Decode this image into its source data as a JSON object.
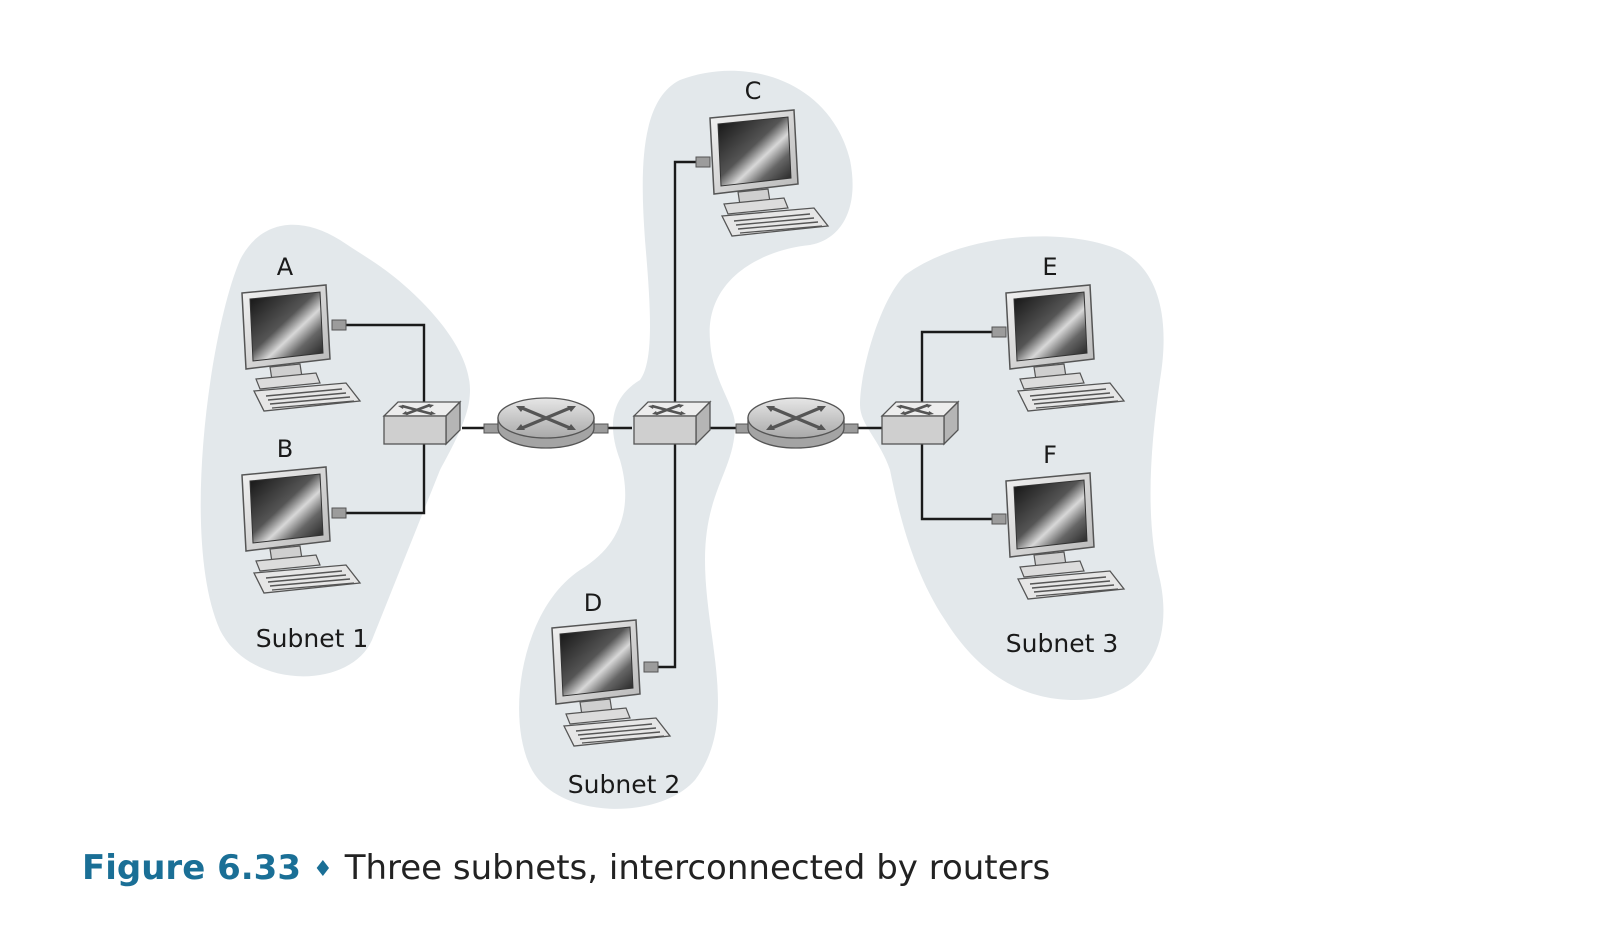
{
  "figure": {
    "number": "Figure 6.33",
    "separator": "♦",
    "caption": "Three subnets, interconnected by routers"
  },
  "hosts": {
    "A": "A",
    "B": "B",
    "C": "C",
    "D": "D",
    "E": "E",
    "F": "F"
  },
  "subnets": {
    "s1": "Subnet 1",
    "s2": "Subnet 2",
    "s3": "Subnet 3"
  },
  "colors": {
    "subnet_fill": "#e3e8eb",
    "link": "#1a1a1a",
    "caption_accent": "#1a6f96"
  }
}
